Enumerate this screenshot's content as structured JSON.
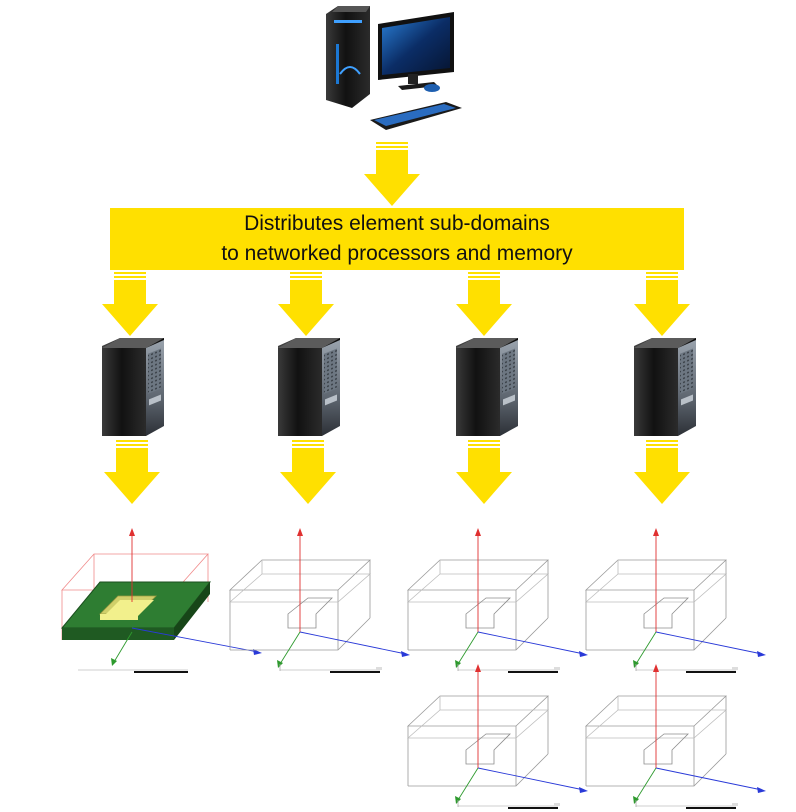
{
  "banner": {
    "line1": "Distributes element sub-domains",
    "line2": "to networked processors and memory"
  },
  "colors": {
    "arrow": "#FFE000",
    "banner": "#FFE000",
    "pcb_board": "#2E7D32",
    "pad": "#F2F08C",
    "axis_z": "#E03030",
    "axis_x": "#2A3AD8",
    "axis_y": "#2E9A2E"
  },
  "icons": {
    "client": "desktop-computer-icon",
    "servers": [
      "server-tower-icon",
      "server-tower-icon",
      "server-tower-icon",
      "server-tower-icon"
    ],
    "subdomains": [
      "subdomain-mesh-pcb",
      "subdomain-mesh",
      "subdomain-mesh",
      "subdomain-mesh",
      "subdomain-mesh",
      "subdomain-mesh"
    ]
  }
}
